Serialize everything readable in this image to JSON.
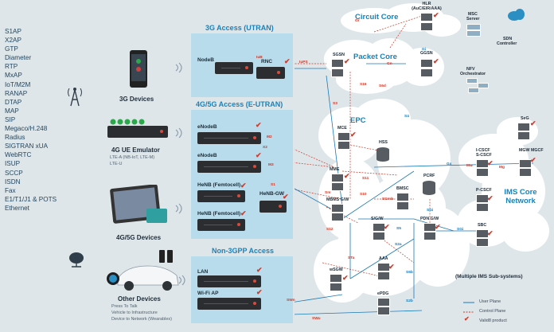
{
  "protocols": [
    "S1AP",
    "X2AP",
    "GTP",
    "Diameter",
    "RTP",
    "MxAP",
    "IoT/M2M",
    "RANAP",
    "DTAP",
    "MAP",
    "SIP",
    "Megaco/H.248",
    "Radius",
    "SIGTRAN xUA",
    "WebRTC",
    "ISUP",
    "SCCP",
    "ISDN",
    "Fax",
    "E1/T1/J1 & POTS",
    "Ethernet"
  ],
  "devices": {
    "d3g": "3G Devices",
    "ue_emulator": "4G UE Emulator",
    "ue_emulator_sub": [
      "LTE-A (NB-IoT, LTE-M)",
      "LTE-U"
    ],
    "d45g": "4G/5G Devices",
    "other": "Other Devices",
    "other_sub": [
      "Press To Talk",
      "Vehicle to Infrastructure",
      "Device to Network (Wearables)"
    ]
  },
  "access": {
    "utran_title": "3G Access (UTRAN)",
    "eutran_title": "4G/5G Access (E-UTRAN)",
    "non3gpp_title": "Non-3GPP Access",
    "nodeb": "NodeB",
    "rnc": "RNC",
    "enodeb1": "eNodeB",
    "enodeb2": "eNodeB",
    "henb1": "HeNB (Femtocell)",
    "henb2": "HeNB (Femtocell)",
    "henbgw": "HeNB-GW",
    "lan": "LAN",
    "wifi": "Wi-Fi AP"
  },
  "core": {
    "circuit_core": "Circuit Core",
    "packet_core": "Packet Core",
    "epc": "EPC",
    "ims_core": "IMS Core Network",
    "ims_sub": "(Multiple IMS Sub-systems)"
  },
  "nodes": {
    "hlr": "HLR (AuC/EIR/AAA)",
    "msc": "MSC",
    "sgsn": "SGSN",
    "ggsn": "GGSN",
    "mce": "MCE",
    "hss": "HSS",
    "mme": "MME",
    "embms": "MBMS G/W",
    "bmsc": "BMSC",
    "pcrf": "PCRF",
    "sgw": "S/G/W",
    "pdngw": "PDN G/W",
    "aaa": "AAA",
    "wsgw": "wSGW",
    "epdg": "ePDG",
    "seg": "SeG",
    "icscf": "I-CSCF",
    "scscf": "S-CSCF",
    "pcscf": "P-CSCF",
    "mgw": "MGW MGCF",
    "sbc": "SBC",
    "ims_node_label": "MGW/MGCF",
    "msc_sub": [
      "MSC",
      "Server"
    ],
    "sdn": [
      "SDN",
      "Controller"
    ],
    "nfv": [
      "NFV",
      "Orchestrator"
    ]
  },
  "edge_labels": {
    "iups": "IuPS",
    "iub": "IuB",
    "gr": "Gr",
    "gn": "Gn",
    "gi": "Gi",
    "s3": "S3",
    "s4": "S4",
    "s6a": "S6a",
    "s1mme": "S1-MME",
    "s1u": "S1-U",
    "x2": "X2",
    "s10": "S10",
    "s11": "S11",
    "s5": "S5",
    "sgi": "SGi",
    "gx": "Gx",
    "s2b": "S2b",
    "s2a": "S2a",
    "swu": "SWu",
    "swn": "SWn",
    "m1": "M1",
    "m2": "M2",
    "m3": "M3",
    "sm": "Sm",
    "sgmb": "SGmb",
    "sgimb": "SGi-mb",
    "mw": "Mw",
    "mg": "Mg",
    "s12": "S12",
    "sta": "STa",
    "s6b": "S6b"
  },
  "legend": {
    "user_plane": "User Plane",
    "control_plane": "Control Plane",
    "valid8": "Valid8 product"
  },
  "colors": {
    "accent": "#1a82b8",
    "access_bg": "#b8dcec",
    "valid8_check": "#d03b2c",
    "user_plane": "#1a79b5",
    "control_plane": "#c73a2a"
  }
}
